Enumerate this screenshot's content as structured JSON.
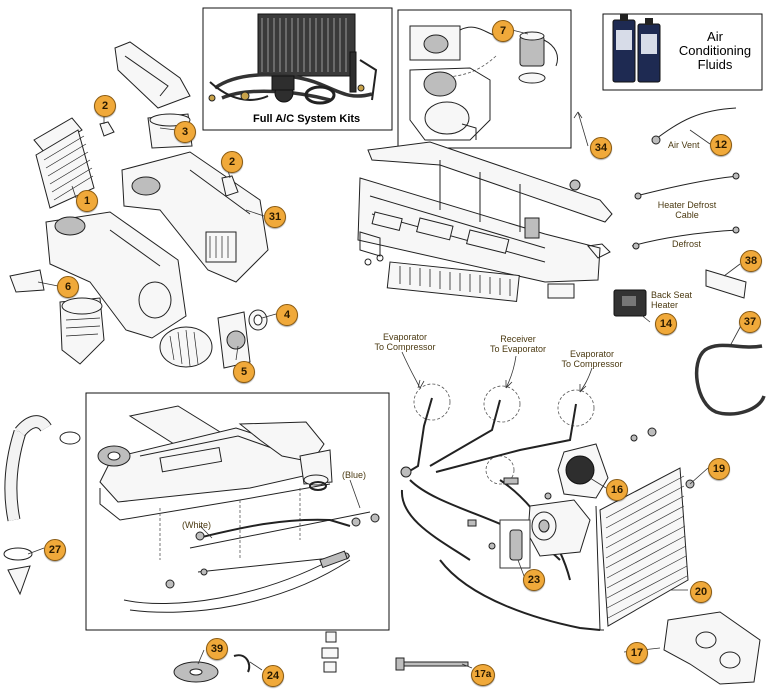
{
  "callouts": [
    {
      "id": "1",
      "label": "1"
    },
    {
      "id": "2a",
      "label": "2"
    },
    {
      "id": "2b",
      "label": "2"
    },
    {
      "id": "3",
      "label": "3"
    },
    {
      "id": "4",
      "label": "4"
    },
    {
      "id": "5",
      "label": "5"
    },
    {
      "id": "6",
      "label": "6"
    },
    {
      "id": "7",
      "label": "7"
    },
    {
      "id": "12",
      "label": "12"
    },
    {
      "id": "14",
      "label": "14"
    },
    {
      "id": "16",
      "label": "16"
    },
    {
      "id": "17",
      "label": "17"
    },
    {
      "id": "17a",
      "label": "17a"
    },
    {
      "id": "19",
      "label": "19"
    },
    {
      "id": "20",
      "label": "20"
    },
    {
      "id": "23",
      "label": "23"
    },
    {
      "id": "24",
      "label": "24"
    },
    {
      "id": "27",
      "label": "27"
    },
    {
      "id": "31",
      "label": "31"
    },
    {
      "id": "34",
      "label": "34"
    },
    {
      "id": "37",
      "label": "37"
    },
    {
      "id": "38",
      "label": "38"
    },
    {
      "id": "39",
      "label": "39"
    }
  ],
  "labels": {
    "kits_caption": "Full A/C System Kits",
    "fluids_caption": "Air\nConditioning\nFluids",
    "air_vent": "Air Vent",
    "heater_defrost": "Heater Defrost\nCable",
    "defrost": "Defrost",
    "back_seat_heater": "Back Seat\nHeater",
    "evap_to_comp_1": "Evaporator\nTo Compressor",
    "receiver_to_evap": "Receiver\nTo Evaporator",
    "evap_to_comp_2": "Evaporator\nTo Compressor",
    "white": "(White)",
    "blue": "(Blue)"
  },
  "colors": {
    "badge_fill": "#f0a93a",
    "badge_border": "#8a5a10",
    "label_text": "#4b3a12"
  }
}
